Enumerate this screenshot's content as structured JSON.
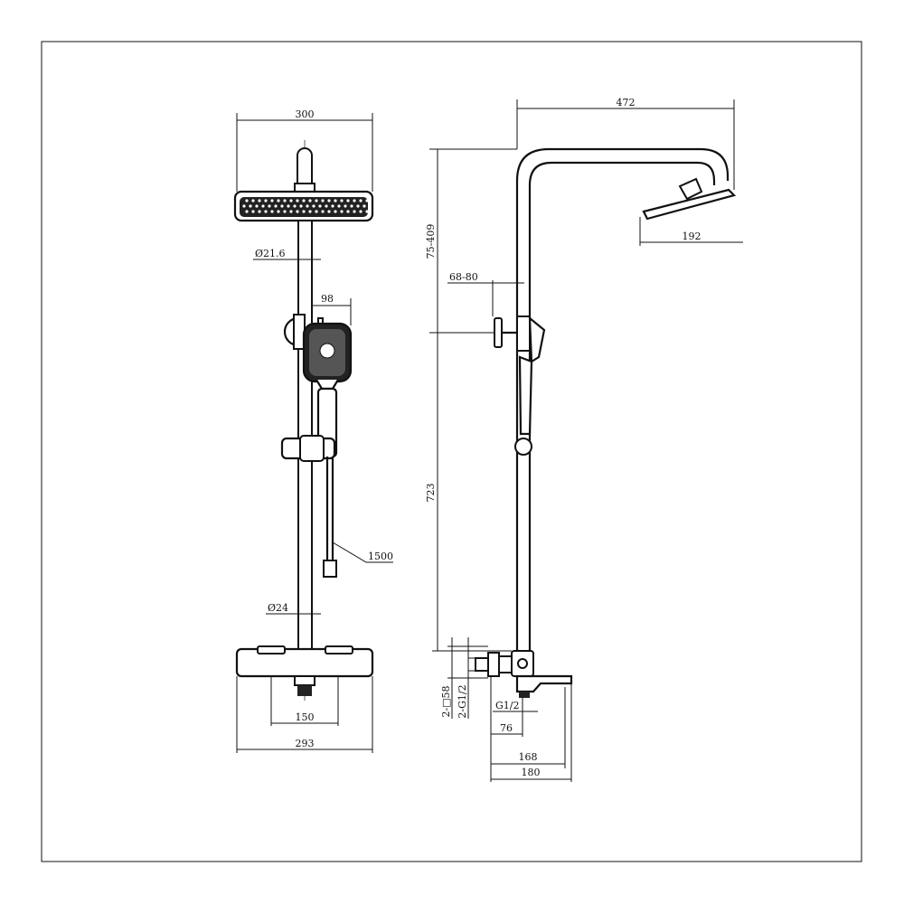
{
  "front_view": {
    "width_head": "300",
    "rod_diameter_upper": "Ø21.6",
    "handshower_offset": "98",
    "hose_length": "1500",
    "rod_diameter_lower": "Ø24",
    "inlet_spacing": "150",
    "thermostat_width": "293"
  },
  "side_view": {
    "arm_projection": "472",
    "head_size": "192",
    "height_adjust": "75-409",
    "valve_offset": "68-80",
    "rod_height": "723",
    "escutcheon": "2-□58",
    "inlet_thread": "2-G1/2",
    "spout_thread": "G1/2",
    "spout_offset_76": "76",
    "spout_offset_168": "168",
    "spout_offset_180": "180"
  },
  "colors": {
    "line": "#111111",
    "background": "#ffffff"
  }
}
